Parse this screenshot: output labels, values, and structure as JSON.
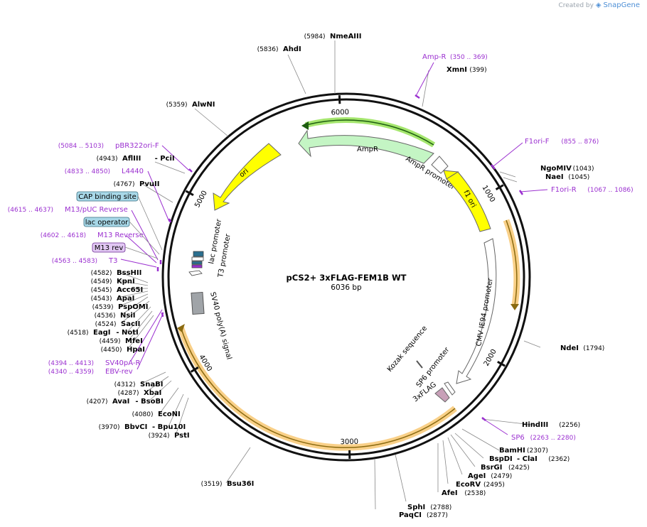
{
  "brand": {
    "prefix": "Created by",
    "name": "SnapGene"
  },
  "plasmid": {
    "name": "pCS2+ 3xFLAG-FEM1B WT",
    "length_label": "6036 bp",
    "length": 6036
  },
  "ticks": [
    {
      "label": "1000",
      "bp": 1000
    },
    {
      "label": "2000",
      "bp": 2000
    },
    {
      "label": "3000",
      "bp": 3000
    },
    {
      "label": "4000",
      "bp": 4000
    },
    {
      "label": "5000",
      "bp": 5000
    },
    {
      "label": "6000",
      "bp": 6000
    }
  ],
  "colors": {
    "ampr": "#c4f5c4",
    "ori": "#ffff00",
    "f1ori": "#ffff00",
    "cmv": "#ffffff",
    "flag": "#c8a0b8",
    "sv40": "#a0a4a8",
    "orf_highlight": "#f7c46a",
    "orf_line": "#8a6a10",
    "ampr_highlight": "#8fe04a",
    "primer": "#9b30d0",
    "enzyme": "#000000"
  },
  "sites": [
    {
      "label": "NmeAIII",
      "coord": "(5984)"
    },
    {
      "label": "AhdI",
      "coord": "(5836)"
    },
    {
      "label": "AlwNI",
      "coord": "(5359)"
    },
    {
      "label": "AflIII",
      "coord": "(4943)",
      "extra": "- PciI"
    },
    {
      "label": "PvuII",
      "coord": "(4767)"
    },
    {
      "label": "BssHII",
      "coord": "(4582)"
    },
    {
      "label": "KpnI",
      "coord": "(4549)"
    },
    {
      "label": "Acc65I",
      "coord": "(4545)"
    },
    {
      "label": "ApaI",
      "coord": "(4543)"
    },
    {
      "label": "PspOMI",
      "coord": "(4539)"
    },
    {
      "label": "NsiI",
      "coord": "(4536)"
    },
    {
      "label": "SacII",
      "coord": "(4524)"
    },
    {
      "label": "EagI",
      "coord": "(4518)",
      "extra": "- NotI"
    },
    {
      "label": "MfeI",
      "coord": "(4459)"
    },
    {
      "label": "HpaI",
      "coord": "(4450)"
    },
    {
      "label": "SnaBI",
      "coord": "(4312)"
    },
    {
      "label": "XbaI",
      "coord": "(4287)"
    },
    {
      "label": "AvaI",
      "coord": "(4207)",
      "extra": "- BsoBI"
    },
    {
      "label": "EcoNI",
      "coord": "(4080)"
    },
    {
      "label": "BbvCI",
      "coord": "(3970)",
      "extra": "- Bpu10I"
    },
    {
      "label": "PstI",
      "coord": "(3924)"
    },
    {
      "label": "Bsu36I",
      "coord": "(3519)"
    },
    {
      "label": "PaqCI",
      "coord": "(2877)"
    },
    {
      "label": "SphI",
      "coord": "(2788)"
    },
    {
      "label": "AfeI",
      "coord": "(2538)"
    },
    {
      "label": "EcoRV",
      "coord": "(2495)"
    },
    {
      "label": "AgeI",
      "coord": "(2479)"
    },
    {
      "label": "BsrGI",
      "coord": "(2425)"
    },
    {
      "label": "BspDI",
      "coord": "(2362)",
      "extra": "- ClaI"
    },
    {
      "label": "BamHI",
      "coord": "(2307)"
    },
    {
      "label": "HindIII",
      "coord": "(2256)"
    },
    {
      "label": "NdeI",
      "coord": "(1794)"
    },
    {
      "label": "NaeI",
      "coord": "(1045)"
    },
    {
      "label": "NgoMIV",
      "coord": "(1043)"
    },
    {
      "label": "XmnI",
      "coord": "(399)"
    }
  ],
  "primers": [
    {
      "label": "Amp-R",
      "coord": "(350 .. 369)"
    },
    {
      "label": "F1ori-F",
      "coord": "(855 .. 876)"
    },
    {
      "label": "F1ori-R",
      "coord": "(1067 .. 1086)"
    },
    {
      "label": "SP6",
      "coord": "(2263 .. 2280)"
    },
    {
      "label": "EBV-rev",
      "coord": "(4340 .. 4359)"
    },
    {
      "label": "SV40pA-R",
      "coord": "(4394 .. 4413)"
    },
    {
      "label": "T3",
      "coord": "(4563 .. 4583)"
    },
    {
      "label": "M13 Reverse",
      "coord": "(4602 .. 4618)"
    },
    {
      "label": "M13/pUC Reverse",
      "coord": "(4615 .. 4637)"
    },
    {
      "label": "L4440",
      "coord": "(4833 .. 4850)"
    },
    {
      "label": "pBR322ori-F",
      "coord": "(5084 .. 5103)"
    }
  ],
  "boxed_features": [
    {
      "label": "M13 rev"
    },
    {
      "label": "lac operator"
    },
    {
      "label": "CAP binding site"
    }
  ],
  "features": [
    {
      "label": "AmpR"
    },
    {
      "label": "AmpR promoter"
    },
    {
      "label": "ori"
    },
    {
      "label": "f1 ori"
    },
    {
      "label": "CMV IE94 promoter"
    },
    {
      "label": "SP6 promoter"
    },
    {
      "label": "Kozak sequence"
    },
    {
      "label": "3xFLAG"
    },
    {
      "label": "lac promoter"
    },
    {
      "label": "T3 promoter"
    },
    {
      "label": "SV40 poly(A) signal"
    }
  ]
}
